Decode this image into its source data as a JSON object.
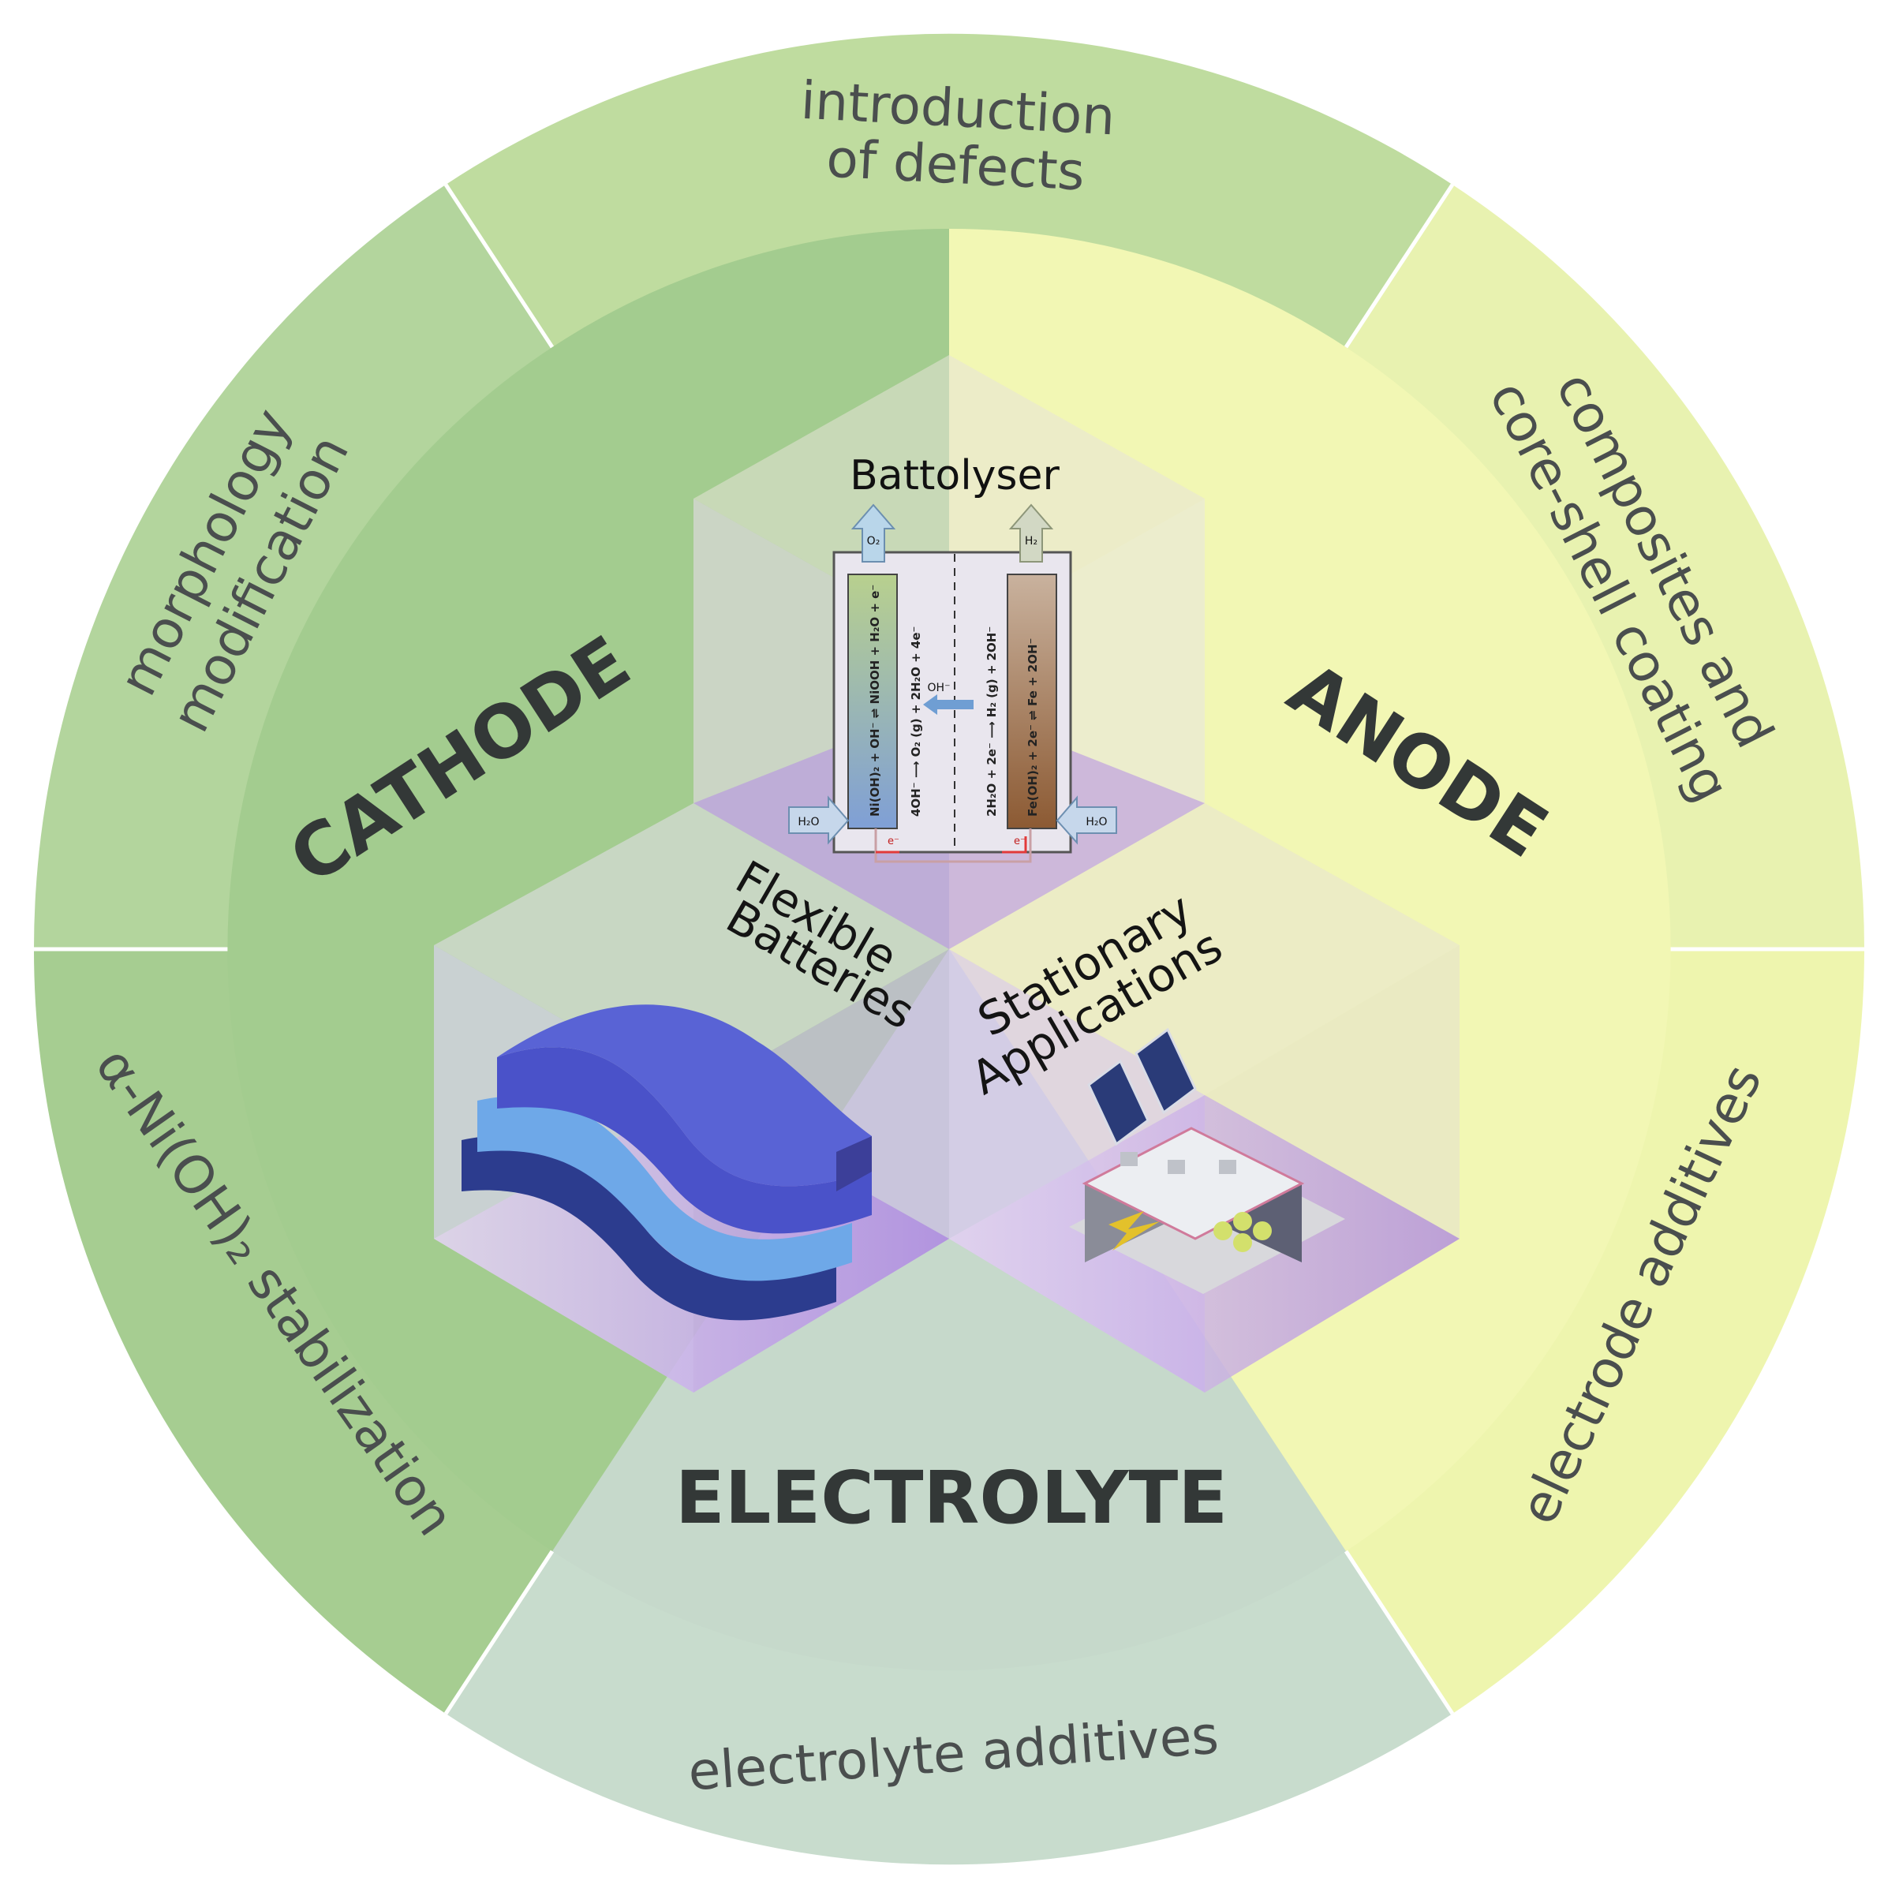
{
  "sectors": {
    "cathode": {
      "label": "CATHODE",
      "color": "#a3cc8f"
    },
    "anode": {
      "label": "ANODE",
      "color": "#f2f7b4"
    },
    "electrolyte": {
      "label": "ELECTROLYTE",
      "color": "#c6d9cb"
    }
  },
  "outer_ring": [
    {
      "id": "defects",
      "line1": "introduction",
      "line2": "of defects"
    },
    {
      "id": "composites",
      "line1": "composites and",
      "line2": "core-shell coating"
    },
    {
      "id": "electrode",
      "line1": "electrode additives"
    },
    {
      "id": "electrolyte",
      "line1": "electrolyte additives"
    },
    {
      "id": "alpha",
      "line1": "α-Ni(OH)₂ stabilization"
    },
    {
      "id": "morphology",
      "line1": "morphology",
      "line2": "modification"
    }
  ],
  "cubes": {
    "battolyser": {
      "title": "Battolyser",
      "o2": "O₂",
      "h2": "H₂",
      "h2o_left": "H₂O",
      "h2o_right": "H₂O",
      "oh_ion": "OH⁻",
      "electron_left": "e⁻",
      "electron_right": "e⁻",
      "eq_left_1": "Ni(OH)₂ + OH⁻  ⇌  NiOOH + H₂O + e⁻",
      "eq_left_2": "4OH⁻  ⟶  O₂ (g) + 2H₂O + 4e⁻",
      "eq_right_1": "2H₂O + 2e⁻  ⟶  H₂ (g) + 2OH⁻",
      "eq_right_2": "Fe(OH)₂ + 2e⁻  ⇌  Fe + 2OH⁻"
    },
    "flexible": {
      "line1": "Flexible",
      "line2": "Batteries"
    },
    "stationary": {
      "line1": "Stationary",
      "line2": "Applications"
    }
  }
}
